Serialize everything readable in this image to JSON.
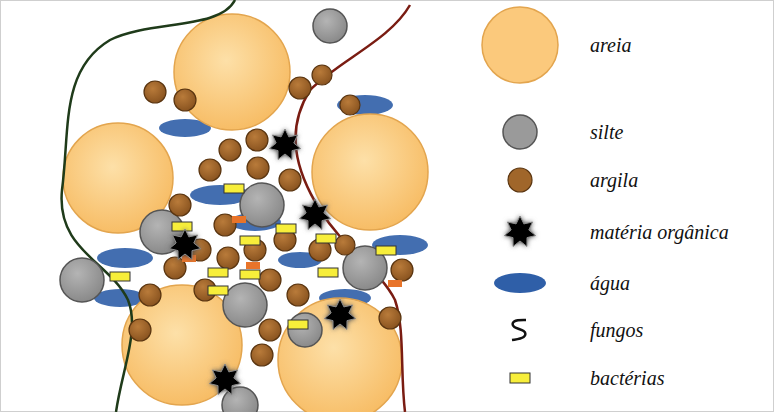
{
  "diagram": {
    "legend": [
      {
        "text": "areia",
        "color": "#fbc97c"
      },
      {
        "text": "silte",
        "color": "#9a9a9a"
      },
      {
        "text": "argila",
        "color": "#a0662a"
      },
      {
        "text": "matéria orgânica"
      },
      {
        "text": "água",
        "color": "#2f5fa8"
      },
      {
        "text": "fungos"
      },
      {
        "text": "bactérias"
      }
    ]
  }
}
